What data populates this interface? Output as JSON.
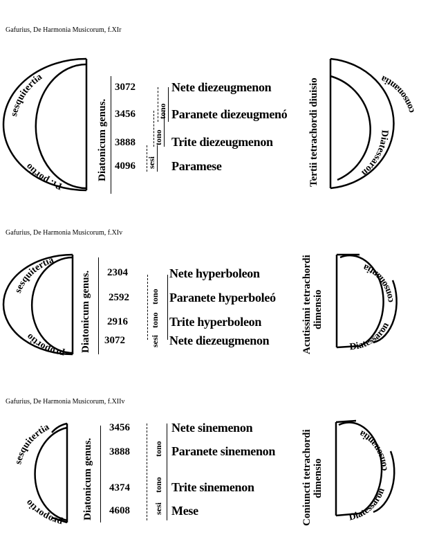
{
  "sections": [
    {
      "caption": "Gafurius, De Harmonia Musicorum, f.XIr",
      "left_arc_text": [
        "Pr. portio",
        "sesquitertia"
      ],
      "genus": "Diatonicum genus.",
      "numbers": [
        "3072",
        "3456",
        "3888",
        "4096"
      ],
      "intervals": [
        "tono",
        "tono",
        "sesi"
      ],
      "names": [
        "Nete diezeugmenon",
        "Paranete diezeugmenó",
        "Trite diezeugmenon",
        "Paramese"
      ],
      "right_label": [
        "Tertii tetrachordi diuisio"
      ],
      "right_arc_text": [
        "Diatessaron",
        "consonantia"
      ]
    },
    {
      "caption": "Gafurius, De Harmonia Musicorum, f.XIv",
      "left_arc_text": [
        "proportio",
        "sesquitertia"
      ],
      "genus": "Diatonicum genus.",
      "numbers": [
        "2304",
        "2592",
        "2916",
        "3072"
      ],
      "intervals": [
        "sesi",
        "tono",
        "tono"
      ],
      "names": [
        "Nete hyperboleon",
        "Paranete hyperboleó",
        "Trite hyperboleon",
        "Nete diezeugmenon"
      ],
      "right_label": [
        "Acutissimi tetrachordi",
        "dimensio"
      ],
      "right_arc_text": [
        "Diatessaron",
        "consonantia"
      ]
    },
    {
      "caption": "Gafurius, De Harmonia Musicorum, f.XIIv",
      "left_arc_text": [
        "proportio",
        "sesquitertia"
      ],
      "genus": "Diatonicum genus.",
      "numbers": [
        "3456",
        "3888",
        "4374",
        "4608"
      ],
      "intervals": [
        "tono",
        "tono",
        "sesi"
      ],
      "names": [
        "Nete sinemenon",
        "Paranete sinemenon",
        "Trite sinemenon",
        "Mese"
      ],
      "right_label": [
        "Coniuncti tetrachordi",
        "dimensio"
      ],
      "right_arc_text": [
        "Diatessaron",
        "consonantia"
      ]
    }
  ]
}
